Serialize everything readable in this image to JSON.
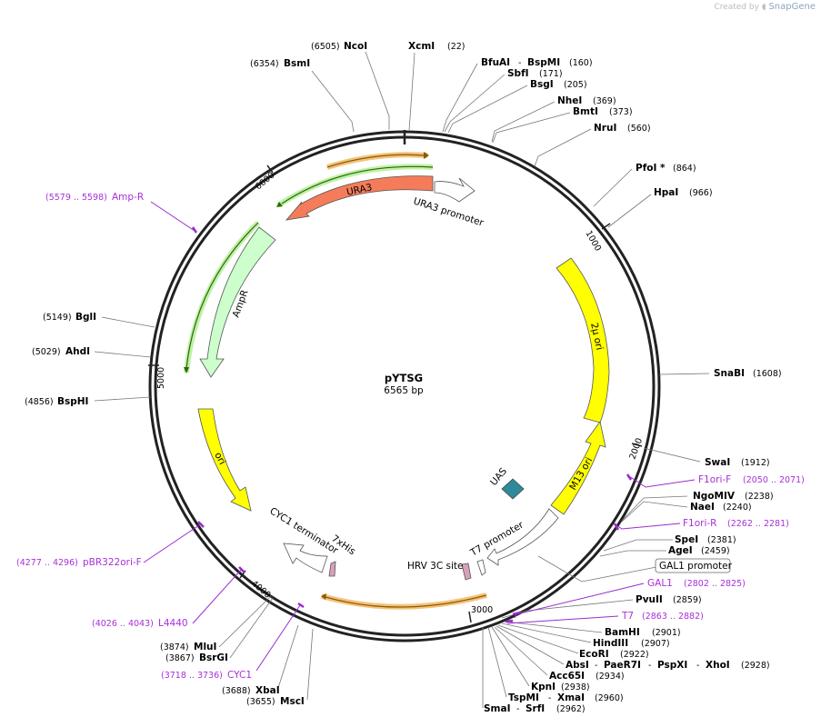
{
  "watermark": {
    "prefix": "Created by",
    "brand": "SnapGene"
  },
  "plasmid": {
    "name": "pYTSG",
    "length_label": "6565 bp",
    "length": 6565
  },
  "ticks": [
    "1000",
    "2000",
    "3000",
    "4000",
    "5000",
    "6000"
  ],
  "features": [
    {
      "label": "URA3",
      "color": "#f47c5a"
    },
    {
      "label": "URA3 promoter",
      "color": "#ffffff"
    },
    {
      "label": "AmpR",
      "color": "#ccffcc"
    },
    {
      "label": "ori",
      "color": "#ffff00"
    },
    {
      "label": "2μ ori",
      "color": "#ffff00"
    },
    {
      "label": "M13 ori",
      "color": "#ffff00"
    },
    {
      "label": "UAS",
      "color": "#2e8a9a"
    },
    {
      "label": "T7 promoter",
      "color": "#ffffff"
    },
    {
      "label": "HRV 3C site",
      "color": "#d8a0b8"
    },
    {
      "label": "7xHis",
      "color": "#d8a0b8"
    },
    {
      "label": "CYC1 terminator",
      "color": "#ffffff"
    }
  ],
  "sites_top": [
    {
      "name": "BsmI",
      "pos": "(6354)"
    },
    {
      "name": "NcoI",
      "pos": "(6505)"
    },
    {
      "name": "XcmI",
      "pos": "(22)"
    },
    {
      "name": "BfuAI",
      "sep": "-",
      "name2": "BspMI",
      "pos": "(160)"
    },
    {
      "name": "SbfI",
      "pos": "(171)"
    },
    {
      "name": "BsgI",
      "pos": "(205)"
    },
    {
      "name": "NheI",
      "pos": "(369)"
    },
    {
      "name": "BmtI",
      "pos": "(373)"
    },
    {
      "name": "NruI",
      "pos": "(560)"
    },
    {
      "name": "PfoI *",
      "pos": "(864)"
    },
    {
      "name": "HpaI",
      "pos": "(966)"
    }
  ],
  "sites_right": [
    {
      "name": "SnaBI",
      "pos": "(1608)"
    },
    {
      "name": "SwaI",
      "pos": "(1912)"
    },
    {
      "name": "NgoMIV",
      "pos": "(2238)"
    },
    {
      "name": "NaeI",
      "pos": "(2240)"
    },
    {
      "name": "SpeI",
      "pos": "(2381)"
    },
    {
      "name": "AgeI",
      "pos": "(2459)"
    },
    {
      "name": "PvuII",
      "pos": "(2859)"
    },
    {
      "name": "BamHI",
      "pos": "(2901)"
    },
    {
      "name": "HindIII",
      "pos": "(2907)"
    },
    {
      "name": "EcoRI",
      "pos": "(2922)"
    },
    {
      "name": "AbsI",
      "sep": "-",
      "name2": "PaeR7I",
      "name3": "PspXI",
      "name4": "XhoI",
      "pos": "(2928)"
    },
    {
      "name": "Acc65I",
      "pos": "(2934)"
    },
    {
      "name": "KpnI",
      "pos": "(2938)"
    },
    {
      "name": "TspMI",
      "sep": "-",
      "name2": "XmaI",
      "pos": "(2960)"
    },
    {
      "name": "SmaI",
      "sep": "-",
      "name2": "SrfI",
      "pos": "(2962)"
    }
  ],
  "sites_left": [
    {
      "name": "BglI",
      "pos": "(5149)"
    },
    {
      "name": "AhdI",
      "pos": "(5029)"
    },
    {
      "name": "BspHI",
      "pos": "(4856)"
    },
    {
      "name": "MluI",
      "pos": "(3874)"
    },
    {
      "name": "BsrGI",
      "pos": "(3867)"
    },
    {
      "name": "XbaI",
      "pos": "(3688)"
    },
    {
      "name": "MscI",
      "pos": "(3655)"
    }
  ],
  "primers": [
    {
      "name": "Amp-R",
      "range": "(5579 .. 5598)"
    },
    {
      "name": "F1ori-F",
      "range": "(2050 .. 2071)"
    },
    {
      "name": "F1ori-R",
      "range": "(2262 .. 2281)"
    },
    {
      "name": "GAL1",
      "range": "(2802 .. 2825)"
    },
    {
      "name": "T7",
      "range": "(2863 .. 2882)"
    },
    {
      "name": "pBR322ori-F",
      "range": "(4277 .. 4296)"
    },
    {
      "name": "L4440",
      "range": "(4026 .. 4043)"
    },
    {
      "name": "CYC1",
      "range": "(3718 .. 3736)"
    }
  ],
  "boxed_feature": {
    "label": "GAL1 promoter"
  }
}
